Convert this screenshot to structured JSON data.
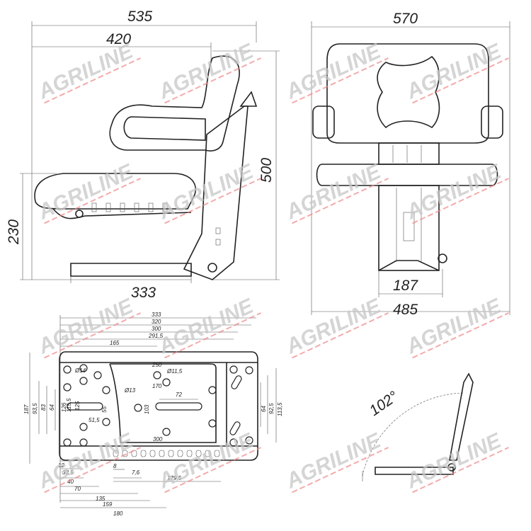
{
  "watermark": "AGRILINE",
  "side_view": {
    "width_overall": "535",
    "width_seat": "420",
    "height_overall": "500",
    "height_seat": "230",
    "base_length": "333"
  },
  "front_view": {
    "width_overall": "570",
    "width_base": "187",
    "width_suspension": "485"
  },
  "base_plate": {
    "top_dims": [
      "333",
      "320",
      "300",
      "291,5",
      "165"
    ],
    "inner_labels": {
      "d250": "250",
      "hole_d11": "Ø11,5",
      "d170": "170",
      "hole_d13": "Ø13",
      "d72": "72",
      "d55": "55",
      "d103": "103",
      "d51": "51,5",
      "d300": "300",
      "d_small": "Ø14"
    },
    "left_dims": [
      "187",
      "93,5",
      "83",
      "64",
      "126",
      "115,5",
      "125"
    ],
    "right_dims": [
      "64",
      "92,5",
      "113,5"
    ],
    "bottom_dims": [
      "12",
      "33,5",
      "40",
      "70",
      "135",
      "159",
      "180"
    ],
    "slot_dims": [
      "8",
      "7,6",
      "179,5"
    ]
  },
  "backrest_angle": {
    "angle": "102°"
  }
}
